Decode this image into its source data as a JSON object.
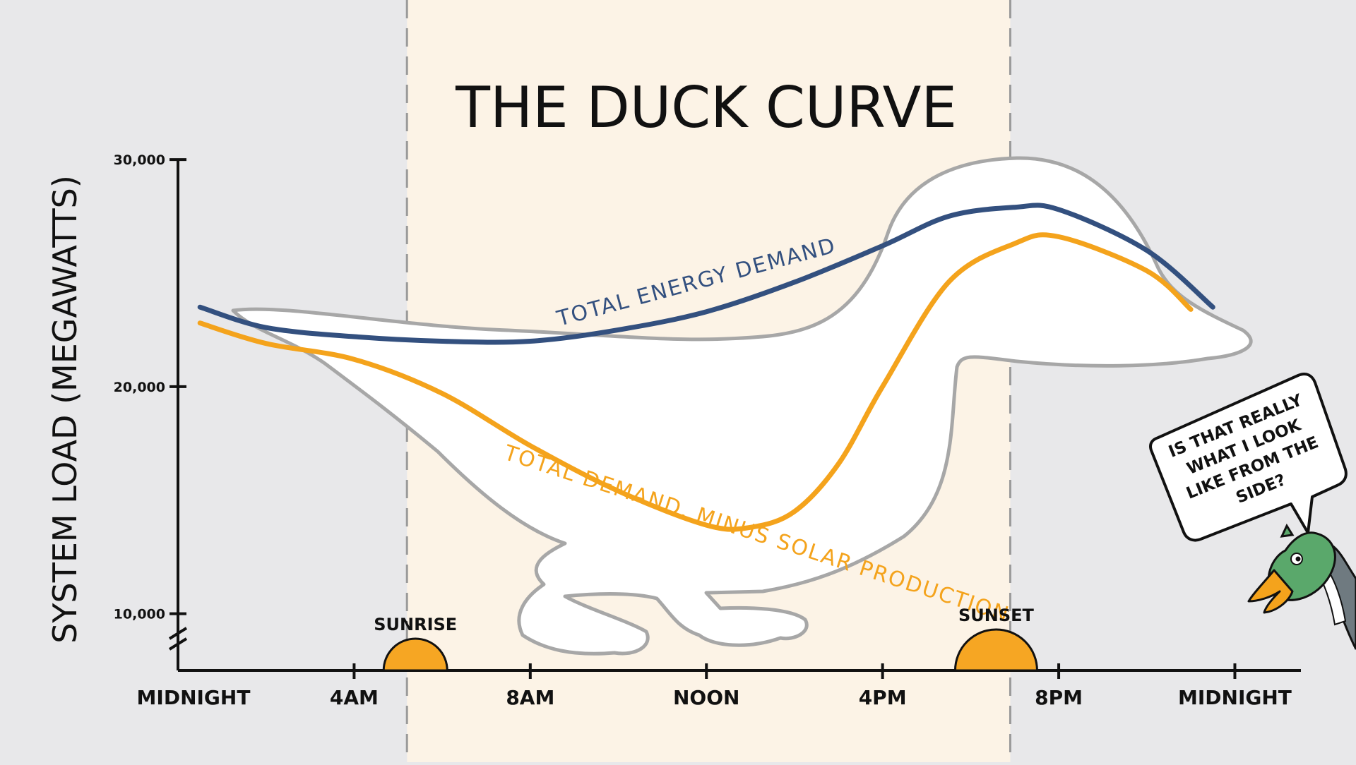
{
  "chart_data": {
    "type": "line",
    "title": "THE DUCK CURVE",
    "ylabel": "SYSTEM LOAD (MEGAWATTS)",
    "xlabel": "",
    "y_ticks": [
      "30,000",
      "20,000",
      "10,000"
    ],
    "y_tick_values": [
      30000,
      20000,
      10000
    ],
    "ylim": [
      7500,
      30500
    ],
    "x_ticks": [
      "MIDNIGHT",
      "4AM",
      "8AM",
      "NOON",
      "4PM",
      "8PM",
      "MIDNIGHT"
    ],
    "x_tick_hours": [
      0,
      4,
      8,
      12,
      16,
      20,
      24
    ],
    "xlim": [
      0,
      25.5
    ],
    "grid": false,
    "series": [
      {
        "name": "TOTAL ENERGY DEMAND",
        "color": "#33507f",
        "x": [
          0.5,
          2,
          4,
          6,
          8,
          10,
          12,
          14,
          16,
          17.5,
          19,
          20,
          22,
          23.5
        ],
        "y": [
          23500,
          22600,
          22200,
          22000,
          22000,
          22500,
          23300,
          24600,
          26200,
          27500,
          27900,
          27800,
          26000,
          23500
        ]
      },
      {
        "name": "TOTAL DEMAND, MINUS SOLAR PRODUCTION",
        "color": "#f4a31c",
        "x": [
          0.5,
          2,
          4,
          6,
          8,
          10,
          12,
          13,
          14,
          15,
          16,
          17.5,
          19,
          20,
          22,
          23
        ],
        "y": [
          22800,
          21900,
          21200,
          19700,
          17400,
          15400,
          13900,
          13800,
          14500,
          16600,
          20000,
          24600,
          26300,
          26600,
          25100,
          23400
        ]
      }
    ],
    "annotations": {
      "sunrise_hour": 5.2,
      "sunset_hour": 18.9,
      "sunrise_label": "SUNRISE",
      "sunset_label": "SUNSET",
      "daylight_color": "#fcf3e6",
      "night_color": "#e8e8ea"
    }
  },
  "speech_bubble": {
    "lines": [
      "IS THAT REALLY",
      "WHAT I LOOK",
      "LIKE FROM THE",
      "SIDE?"
    ]
  }
}
